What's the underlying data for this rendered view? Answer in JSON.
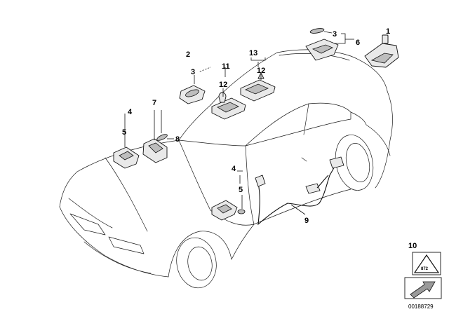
{
  "callouts": [
    {
      "id": "callout-1",
      "text": "1"
    },
    {
      "id": "callout-2",
      "text": "2"
    },
    {
      "id": "callout-3-rear",
      "text": "3"
    },
    {
      "id": "callout-3-front",
      "text": "3"
    },
    {
      "id": "callout-4-left",
      "text": "4"
    },
    {
      "id": "callout-4-front",
      "text": "4"
    },
    {
      "id": "callout-5-left",
      "text": "5"
    },
    {
      "id": "callout-5-front",
      "text": "5"
    },
    {
      "id": "callout-6",
      "text": "6"
    },
    {
      "id": "callout-7",
      "text": "7"
    },
    {
      "id": "callout-8",
      "text": "8"
    },
    {
      "id": "callout-9",
      "text": "9"
    },
    {
      "id": "callout-10",
      "text": "10"
    },
    {
      "id": "callout-11",
      "text": "11"
    },
    {
      "id": "callout-12-left",
      "text": "12"
    },
    {
      "id": "callout-12-right",
      "text": "12"
    },
    {
      "id": "callout-13",
      "text": "13"
    }
  ],
  "badge": {
    "text": "872",
    "icon": "bulb-warning-triangle-icon"
  },
  "arrow_icon": "direction-arrow-icon",
  "document_id": "00188729"
}
